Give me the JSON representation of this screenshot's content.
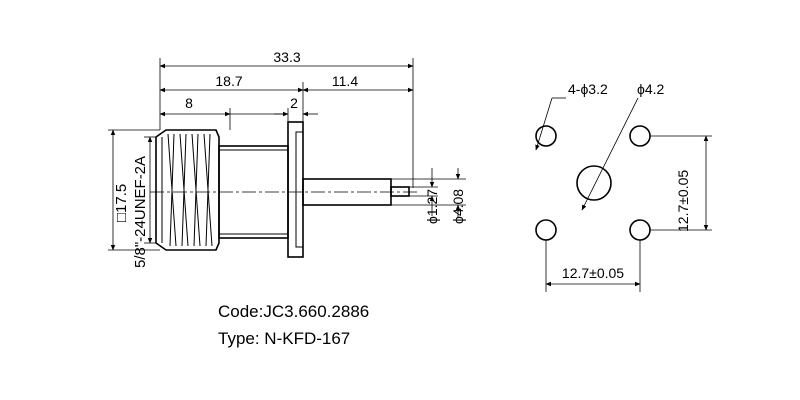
{
  "diagram": {
    "side_view": {
      "dimensions": {
        "overall_length": "33.3",
        "body_length": "18.7",
        "pin_length": "11.4",
        "thread_length": "8",
        "flange_thickness": "2",
        "pin_diameter": "ϕ1.27",
        "insulator_diameter": "ϕ4.08",
        "body_square": "□17.5",
        "thread_spec": "5/8\"-24UNEF-2A"
      }
    },
    "flange_view": {
      "dimensions": {
        "mount_holes": "4-ϕ3.2",
        "center_hole": "ϕ4.2",
        "vertical_spacing": "12.7±0.05",
        "horizontal_spacing": "12.7±0.05"
      }
    },
    "info": {
      "code": "Code:JC3.660.2886",
      "type": "Type: N-KFD-167"
    }
  }
}
